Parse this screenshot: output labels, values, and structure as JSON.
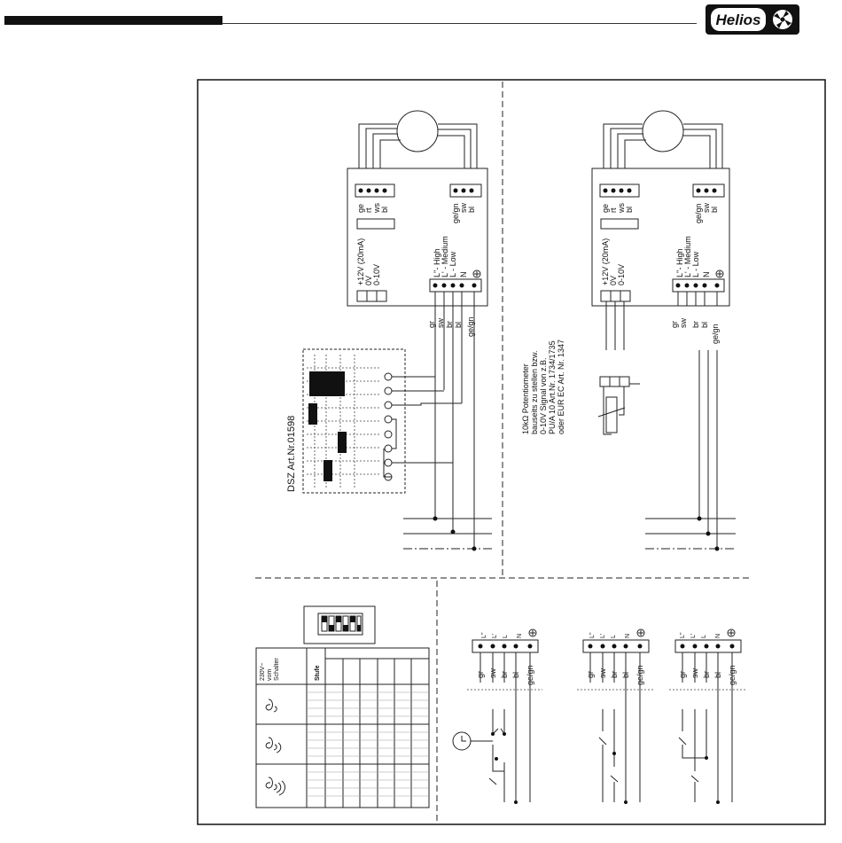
{
  "brand": {
    "name": "Helios"
  },
  "left_panel": {
    "motor_terminals_left": [
      "ge",
      "rt",
      "ws",
      "bl"
    ],
    "motor_terminals_right": [
      "ge/gn",
      "sw",
      "bl"
    ],
    "control_labels": [
      "+12V (20mA)",
      "0V",
      "0-10V"
    ],
    "speed_labels": [
      "L''- High",
      "L' - Medium",
      "L - Low",
      "N"
    ],
    "supply_wires": [
      "gr",
      "sw",
      "br",
      "bl",
      "ge/gn"
    ],
    "switch_label": "DSZ  Art.Nr.01598"
  },
  "right_panel": {
    "motor_terminals_left": [
      "ge",
      "rt",
      "ws",
      "bl"
    ],
    "motor_terminals_right": [
      "ge/gn",
      "sw",
      "bl"
    ],
    "control_labels": [
      "+12V (20mA)",
      "0V",
      "0-10V"
    ],
    "speed_labels": [
      "L''- High",
      "L' - Medium",
      "L - Low",
      "N"
    ],
    "supply_wires": [
      "gr",
      "sw",
      "br",
      "bl",
      "ge/gn"
    ],
    "potentiometer_note": [
      "10kΩ Potentiometer",
      "bauseits zu stellen bzw.",
      "0-10V Signal von z.B.",
      "PU/A 10 Art.Nr. 1734/1735",
      "oder EUR EC Art. Nr. 1347"
    ]
  },
  "bottom_left": {
    "table_header": [
      "230V~",
      "vom",
      "Schalter"
    ],
    "stufe": "Stufe"
  },
  "bottom_right": {
    "terminal_labels": [
      "L''",
      "L'",
      "L",
      "N"
    ],
    "wires": [
      "gr",
      "sw",
      "br",
      "bl",
      "ge/gn"
    ]
  }
}
